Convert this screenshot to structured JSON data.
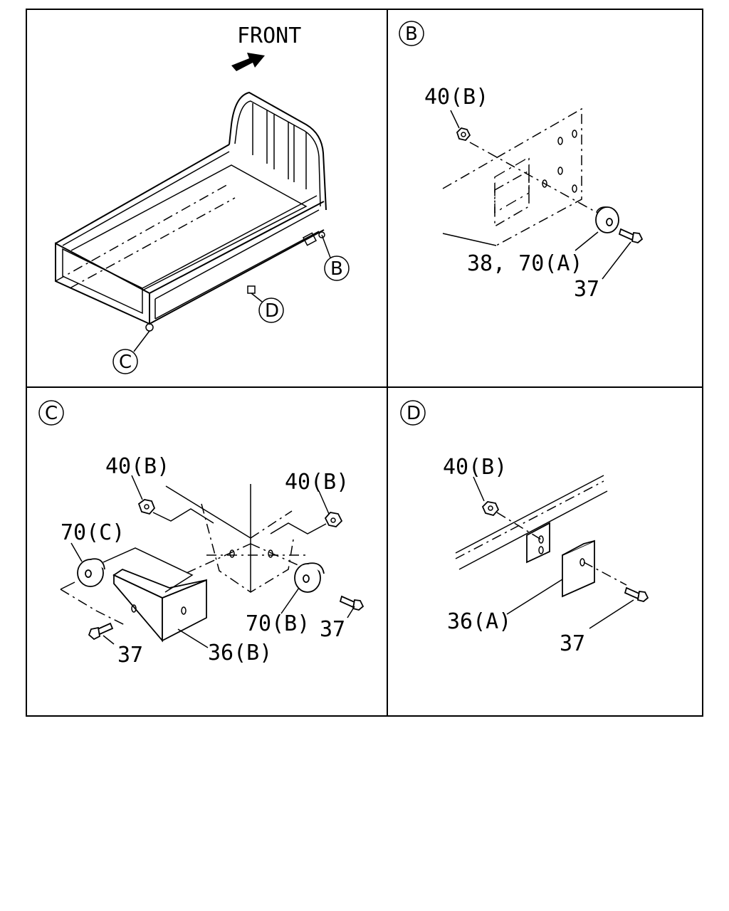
{
  "panels": {
    "main": {
      "direction_label": "FRONT",
      "callouts": [
        "B",
        "C",
        "D"
      ]
    },
    "B": {
      "title": "B",
      "labels": [
        "40(B)",
        "38, 70(A)",
        "37"
      ]
    },
    "C": {
      "title": "C",
      "labels": [
        "40(B)",
        "40(B)",
        "70(C)",
        "70(B)",
        "37",
        "37",
        "36(B)"
      ]
    },
    "D": {
      "title": "D",
      "labels": [
        "40(B)",
        "36(A)",
        "37"
      ]
    }
  }
}
